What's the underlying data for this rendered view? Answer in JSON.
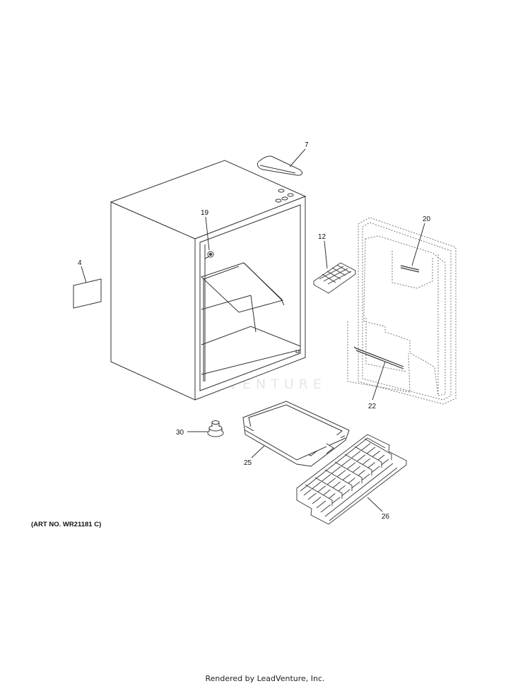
{
  "diagram": {
    "callouts": {
      "c4": "4",
      "c7": "7",
      "c12": "12",
      "c19": "19",
      "c20": "20",
      "c22": "22",
      "c25": "25",
      "c26": "26",
      "c30": "30"
    },
    "art_number": "(ART NO. WR21181 C)",
    "watermark": "LEADVENTURE"
  },
  "footer": {
    "rendered_by": "Rendered by LeadVenture, Inc."
  },
  "colors": {
    "line": "#333333",
    "dotted_line": "#777777",
    "watermark": "#e6e6e6"
  }
}
